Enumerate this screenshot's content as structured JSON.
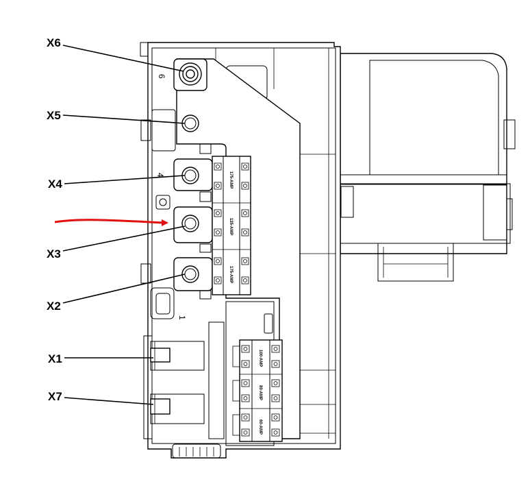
{
  "callouts": {
    "x6": "X6",
    "x5": "X5",
    "x4": "X4",
    "x3": "X3",
    "x2": "X2",
    "x1": "X1",
    "x7": "X7"
  },
  "position_numbers": {
    "n6": "6",
    "n4": "4",
    "n1": "1"
  },
  "fuse_labels": {
    "upper_1": "175-AMP",
    "upper_2": "125-AMP",
    "upper_3": "175-AMP",
    "lower_1": "100-AMP",
    "lower_2": "80-AMP",
    "lower_3": "60-AMP"
  },
  "colors": {
    "line": "#000000",
    "highlight_arrow": "#e01010",
    "background": "#ffffff"
  }
}
